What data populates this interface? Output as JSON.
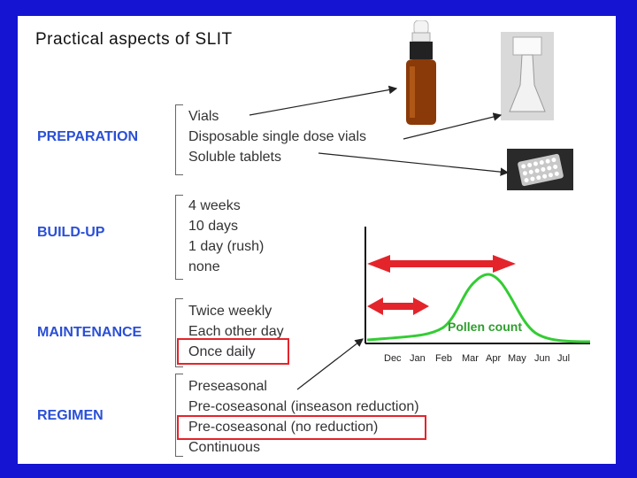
{
  "title": "Practical aspects of SLIT",
  "sections": [
    {
      "category": "PREPARATION",
      "items": [
        "Vials",
        "Disposable single dose vials",
        "Soluble tablets"
      ]
    },
    {
      "category": "BUILD-UP",
      "items": [
        "4 weeks",
        "10 days",
        "1 day (rush)",
        "none"
      ]
    },
    {
      "category": "MAINTENANCE",
      "items": [
        "Twice weekly",
        "Each other day",
        "Once daily"
      ]
    },
    {
      "category": "REGIMEN",
      "items": [
        "Preseasonal",
        "Pre-coseasonal (inseason reduction)",
        "Pre-coseasonal (no reduction)",
        "Continuous"
      ]
    }
  ],
  "highlighted_items": [
    "Once daily",
    "Pre-coseasonal (no reduction)"
  ],
  "chart": {
    "months": [
      "Dec",
      "Jan",
      "Feb",
      "Mar",
      "Apr",
      "May",
      "Jun",
      "Jul"
    ],
    "curve_label": "Pollen count",
    "colors": {
      "arrow": "#e3242b",
      "curve": "#33cc33",
      "background": "#1414d2",
      "category": "#2a4fd6"
    }
  },
  "icons": [
    "vial-bottle-icon",
    "dose-vial-icon",
    "tablet-blister-icon"
  ]
}
